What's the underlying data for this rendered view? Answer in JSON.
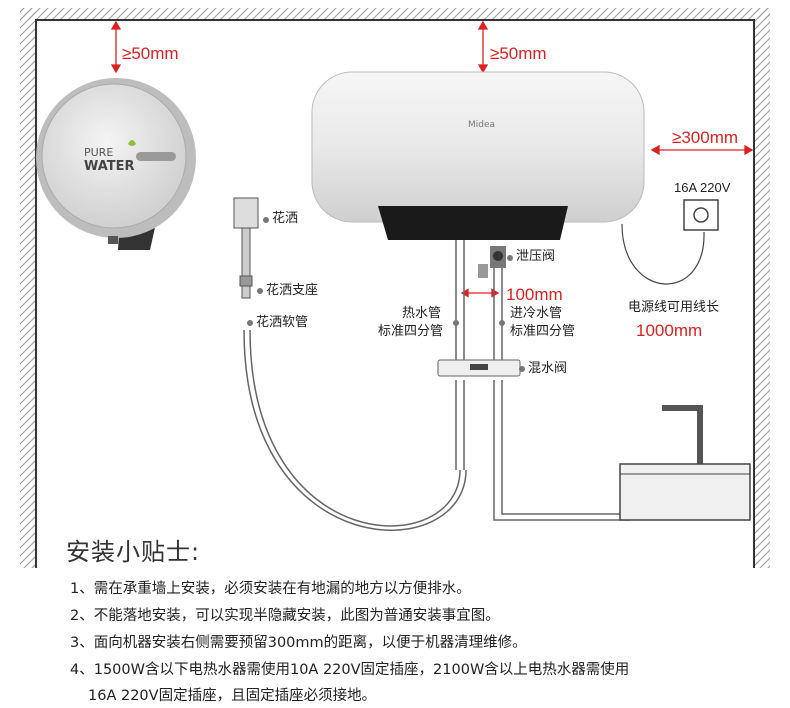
{
  "dims": {
    "top_left": "≥50mm",
    "top_mid": "≥50mm",
    "right": "≥300mm",
    "valve_gap": "100mm",
    "cord": "1000mm"
  },
  "purifier": {
    "line1": "PURE",
    "line2": "WATER"
  },
  "heater": {
    "brand": "Midea"
  },
  "socket": {
    "rating": "16A 220V"
  },
  "labels": {
    "shower": "花洒",
    "shower_holder": "花洒支座",
    "shower_hose": "花洒软管",
    "relief_valve": "泄压阀",
    "hot_pipe_1": "热水管",
    "hot_pipe_2": "标准四分管",
    "cold_pipe_1": "进冷水管",
    "cold_pipe_2": "标准四分管",
    "mix_valve": "混水阀",
    "cord_label": "电源线可用线长"
  },
  "tips": {
    "title": "安装小贴士:",
    "items": [
      "1、需在承重墙上安装，必须安装在有地漏的地方以方便排水。",
      "2、不能落地安装，可以实现半隐藏安装，此图为普通安装事宜图。",
      "3、面向机器安装右侧需要预留300mm的距离，以便于机器清理维修。",
      "4、1500W含以下电热水器需使用10A 220V固定插座，2100W含以上电热水器需使用",
      "16A 220V固定插座，且固定插座必须接地。"
    ]
  },
  "colors": {
    "accent": "#e02020",
    "wall": "#333333"
  }
}
